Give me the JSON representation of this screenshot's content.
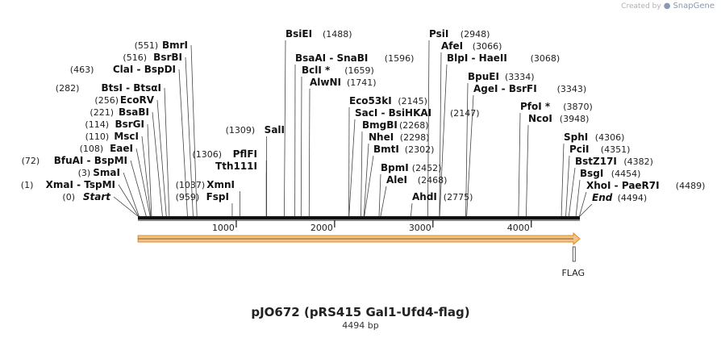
{
  "brand": {
    "created_by": "Created by",
    "product": "SnapGene"
  },
  "plasmid": {
    "name": "pJO672 (pRS415 Gal1-Ufd4-flag)",
    "length_label": "4494 bp",
    "length": 4494
  },
  "axis": {
    "ticks": [
      {
        "value": 1000,
        "label": "1000"
      },
      {
        "value": 2000,
        "label": "2000"
      },
      {
        "value": 3000,
        "label": "3000"
      },
      {
        "value": 4000,
        "label": "4000"
      }
    ]
  },
  "colors": {
    "arrow_fill": "#f2c48a",
    "arrow_edge": "#e08a1e",
    "backbone": "#111111",
    "leader": "#444444"
  },
  "features": [
    {
      "name": "",
      "type": "arrow",
      "start": 1,
      "end": 4494
    },
    {
      "name": "FLAG",
      "type": "tag",
      "start": 4410,
      "end": 4434
    }
  ],
  "sites_left": [
    {
      "pos": 0,
      "pos_label": "(0)",
      "name": "Start",
      "italic": true
    },
    {
      "pos": 1,
      "pos_label": "(1)",
      "name": "XmaI  - TspMI"
    },
    {
      "pos": 3,
      "pos_label": "(3)",
      "name": "SmaI"
    },
    {
      "pos": 72,
      "pos_label": "(72)",
      "name": "BfuAI  - BspMI"
    },
    {
      "pos": 108,
      "pos_label": "(108)",
      "name": "EaeI"
    },
    {
      "pos": 110,
      "pos_label": "(110)",
      "name": "MscI"
    },
    {
      "pos": 114,
      "pos_label": "(114)",
      "name": "BsrGI"
    },
    {
      "pos": 221,
      "pos_label": "(221)",
      "name": "BsaBI"
    },
    {
      "pos": 256,
      "pos_label": "(256)",
      "name": "EcoRV"
    },
    {
      "pos": 282,
      "pos_label": "(282)",
      "name": "BtsI  - BtsαI"
    },
    {
      "pos": 463,
      "pos_label": "(463)",
      "name": "ClaI  - BspDI"
    },
    {
      "pos": 516,
      "pos_label": "(516)",
      "name": "BsrBI"
    },
    {
      "pos": 551,
      "pos_label": "(551)",
      "name": "BmrI"
    }
  ],
  "sites_middle_left": [
    {
      "pos": 959,
      "pos_label": "(959)",
      "name": "FspI"
    },
    {
      "pos": 1037,
      "pos_label": "(1037)",
      "name": "XmnI"
    },
    {
      "pos": 1306,
      "pos_label": "",
      "name": "Tth111I"
    },
    {
      "pos": 1306,
      "pos_label": "(1306)",
      "name": "PflFI"
    },
    {
      "pos": 1309,
      "pos_label": "(1309)",
      "name": "SalI"
    }
  ],
  "sites_center": [
    {
      "pos": 1488,
      "pos_label": "(1488)",
      "name": "BsiEI"
    },
    {
      "pos": 1596,
      "pos_label": "(1596)",
      "name": "BsaAI  - SnaBI"
    },
    {
      "pos": 1659,
      "pos_label": "(1659)",
      "name": "BclI *"
    },
    {
      "pos": 1741,
      "pos_label": "(1741)",
      "name": "AlwNI"
    },
    {
      "pos": 2145,
      "pos_label": "(2145)",
      "name": "Eco53kI"
    },
    {
      "pos": 2147,
      "pos_label": "(2147)",
      "name": "SacI  - BsiHKAI"
    },
    {
      "pos": 2268,
      "pos_label": "(2268)",
      "name": "BmgBI"
    },
    {
      "pos": 2298,
      "pos_label": "(2298)",
      "name": "NheI"
    },
    {
      "pos": 2302,
      "pos_label": "(2302)",
      "name": "BmtI"
    },
    {
      "pos": 2452,
      "pos_label": "(2452)",
      "name": "BpmI"
    },
    {
      "pos": 2468,
      "pos_label": "(2468)",
      "name": "AleI"
    },
    {
      "pos": 2775,
      "pos_label": "(2775)",
      "name": "AhdI"
    }
  ],
  "sites_right_center": [
    {
      "pos": 2948,
      "pos_label": "(2948)",
      "name": "PsiI"
    },
    {
      "pos": 3066,
      "pos_label": "(3066)",
      "name": "AfeI"
    },
    {
      "pos": 3068,
      "pos_label": "(3068)",
      "name": "BlpI  - HaeII"
    },
    {
      "pos": 3334,
      "pos_label": "(3334)",
      "name": "BpuEI"
    },
    {
      "pos": 3343,
      "pos_label": "(3343)",
      "name": "AgeI  - BsrFI"
    },
    {
      "pos": 3870,
      "pos_label": "(3870)",
      "name": "PfoI *"
    },
    {
      "pos": 3948,
      "pos_label": "(3948)",
      "name": "NcoI"
    }
  ],
  "sites_right": [
    {
      "pos": 4306,
      "pos_label": "(4306)",
      "name": "SphI"
    },
    {
      "pos": 4351,
      "pos_label": "(4351)",
      "name": "PciI"
    },
    {
      "pos": 4382,
      "pos_label": "(4382)",
      "name": "BstZ17I"
    },
    {
      "pos": 4454,
      "pos_label": "(4454)",
      "name": "BsgI"
    },
    {
      "pos": 4489,
      "pos_label": "(4489)",
      "name": "XhoI  - PaeR7I"
    },
    {
      "pos": 4494,
      "pos_label": "(4494)",
      "name": "End",
      "italic": true
    }
  ]
}
